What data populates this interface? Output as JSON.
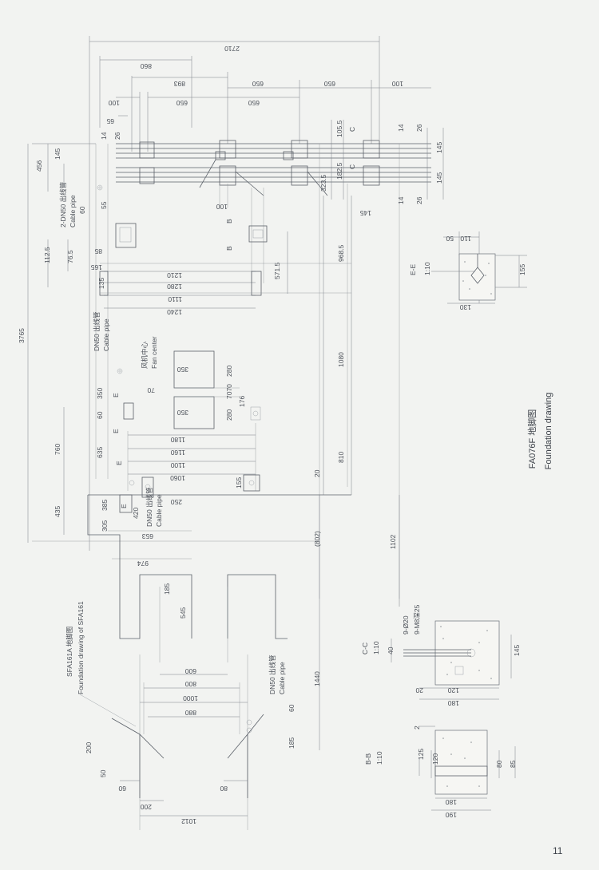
{
  "dims_top": {
    "d_2710": "2710",
    "d_860": "860",
    "d_893": "893",
    "d_650a": "650",
    "d_650b": "650",
    "d_100a": "100",
    "d_100b": "100",
    "d_650c": "650",
    "d_650d": "650",
    "d_65": "65"
  },
  "dims_left": {
    "d_3765": "3765",
    "d_456": "456",
    "d_145": "145",
    "d_112_5": "112.5",
    "d_76_5": "76.5",
    "d_760": "760",
    "d_435": "435",
    "d_14": "14",
    "d_26": "26",
    "d_60": "60",
    "d_55": "55",
    "d_85": "85",
    "d_165": "165",
    "d_135": "135",
    "d_350": "350",
    "d_60b": "60",
    "d_635": "635",
    "d_385": "385",
    "d_305": "305",
    "d_420": "420"
  },
  "dims_mid": {
    "d_1210": "1210",
    "d_1280": "1280",
    "d_1110": "1110",
    "d_1240": "1240",
    "d_350a": "350",
    "d_350b": "350",
    "d_280a": "280",
    "d_280b": "280",
    "d_7070": "7070",
    "d_176": "176",
    "d_70": "70",
    "d_1180": "1180",
    "d_1160": "1160",
    "d_1100": "1100",
    "d_1060": "1060",
    "d_250": "250",
    "d_653": "653",
    "d_974": "974",
    "d_155": "155",
    "d_20": "20",
    "d_802": "(802)",
    "d_571_5": "571.5",
    "d_968_5": "968.5",
    "d_1080": "1080",
    "d_810": "810",
    "d_1102": "1102",
    "d_1440": "1440",
    "d_100c": "100"
  },
  "dims_right": {
    "d_105_5": "105.5",
    "d_182_5": "182.5",
    "d_323_5": "323.5",
    "d_14a": "14",
    "d_26a": "26",
    "d_145a": "145",
    "d_145b": "145",
    "d_14b": "14",
    "d_26b": "26",
    "d_145c": "145"
  },
  "dims_lower": {
    "d_185": "185",
    "d_545": "545",
    "d_600": "600",
    "d_800": "800",
    "d_1000": "1000",
    "d_880": "880",
    "d_60": "60",
    "d_185b": "185",
    "d_200": "200",
    "d_50": "50",
    "d_60c": "60",
    "d_200b": "200",
    "d_80": "80",
    "d_1012": "1012"
  },
  "labels": {
    "section_c": "C",
    "section_b": "B",
    "section_e": "E",
    "cable_pipe_cn_2": "2-DN50 出线管",
    "cable_pipe_en_2": "Cable pipe",
    "cable_pipe_cn_1": "DN50 出线管",
    "cable_pipe_en_1": "Cable pipe",
    "fan_center_cn": "风机中心",
    "fan_center_en": "Fan center",
    "cable_pipe_cn_3": "DN50 出线管",
    "cable_pipe_en_3": "Cable pipe",
    "cable_pipe_cn_4": "DN50 出线管",
    "cable_pipe_en_4": "Cable pipe",
    "sfa_cn": "SFA161A    地脚图",
    "sfa_en": "Foundation drawing of SFA161"
  },
  "sections": {
    "ee_title": "E-E",
    "ee_scale": "1:10",
    "ee_50": "50",
    "ee_110": "110",
    "ee_155": "155",
    "ee_130": "130",
    "cc_title": "C-C",
    "cc_scale": "1:10",
    "cc_40": "40",
    "cc_9d20": "9-Ø20",
    "cc_9m8": "9-M8深25",
    "cc_145": "145",
    "cc_20": "20",
    "cc_120": "120",
    "cc_180": "180",
    "bb_title": "B-B",
    "bb_scale": "1:10",
    "bb_2": "2",
    "bb_125": "125",
    "bb_120": "120",
    "bb_80": "80",
    "bb_85": "85",
    "bb_180": "180",
    "bb_190": "190"
  },
  "title": {
    "cn": "FA076F 地脚图",
    "en": "Foundation drawing"
  },
  "page_number": "11"
}
